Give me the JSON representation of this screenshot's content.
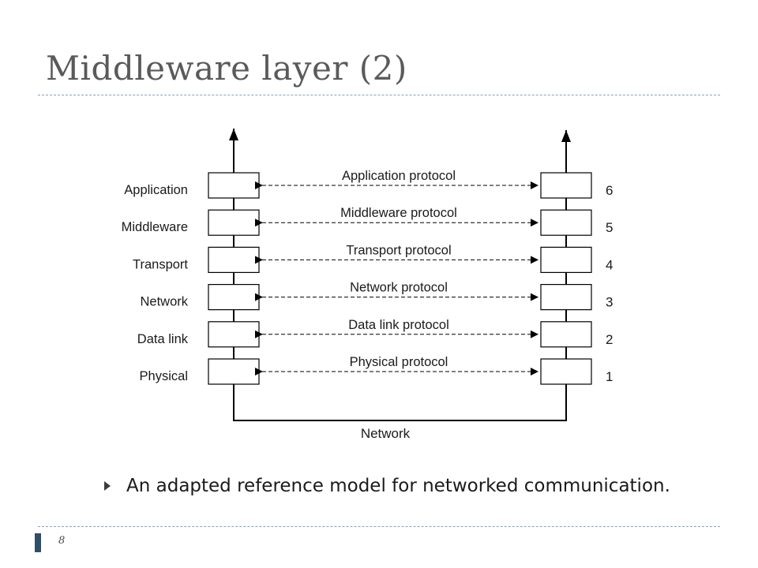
{
  "title": "Middleware layer (2)",
  "layers": [
    {
      "name": "Application",
      "protocol": "Application protocol",
      "number": "6"
    },
    {
      "name": "Middleware",
      "protocol": "Middleware protocol",
      "number": "5"
    },
    {
      "name": "Transport",
      "protocol": "Transport protocol",
      "number": "4"
    },
    {
      "name": "Network",
      "protocol": "Network protocol",
      "number": "3"
    },
    {
      "name": "Data link",
      "protocol": "Data link protocol",
      "number": "2"
    },
    {
      "name": "Physical",
      "protocol": "Physical protocol",
      "number": "1"
    }
  ],
  "network_label": "Network",
  "bullet": "An adapted reference model for networked communication.",
  "page_number": "8"
}
